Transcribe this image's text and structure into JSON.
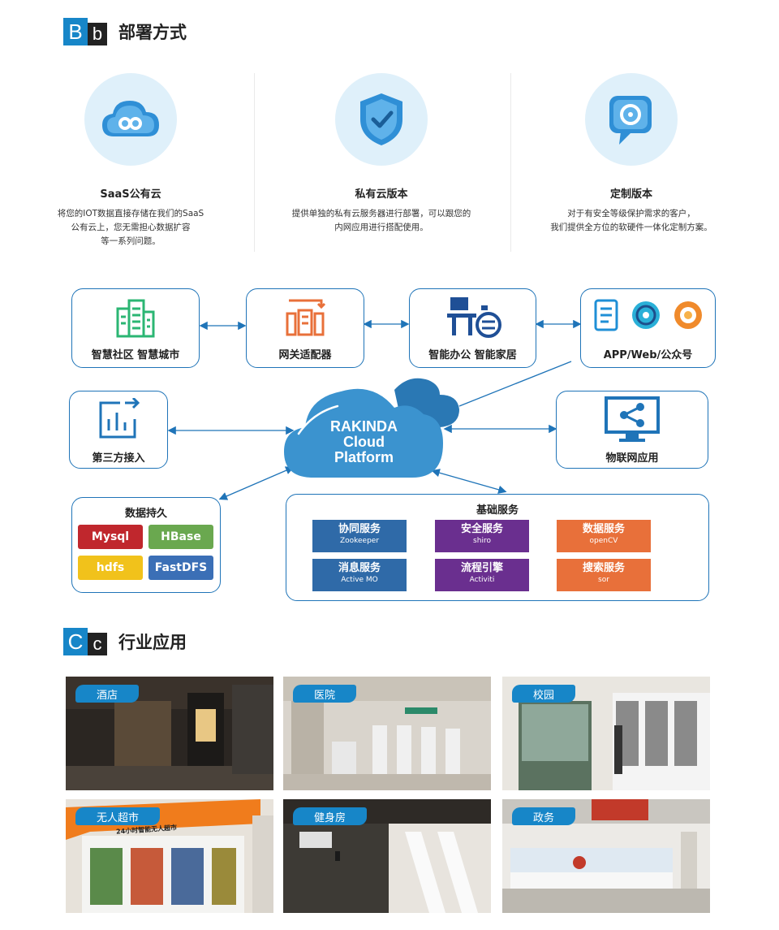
{
  "section_b": {
    "letter1": "B",
    "letter2": "b",
    "title": "部署方式"
  },
  "deploy": [
    {
      "title": "SaaS公有云",
      "desc": [
        "将您的IOT数据直接存储在我们的SaaS",
        "公有云上，您无需担心数据扩容",
        "等一系列问题。"
      ],
      "icon": "cloud-link-icon"
    },
    {
      "title": "私有云版本",
      "desc": [
        "提供单独的私有云服务器进行部署，可以跟您的",
        "内网应用进行搭配使用。"
      ],
      "icon": "shield-check-icon"
    },
    {
      "title": "定制版本",
      "desc": [
        "对于有安全等级保护需求的客户，",
        "我们提供全方位的软硬件一体化定制方案。"
      ],
      "icon": "chat-bubble-icon"
    }
  ],
  "arch": {
    "smart_city": "智慧社区 智慧城市",
    "gateway": "网关适配器",
    "office": "智能办公 智能家居",
    "app": "APP/Web/公众号",
    "third_party": "第三方接入",
    "iot_app": "物联网应用",
    "cloud": [
      "RAKINDA",
      "Cloud",
      "Platform"
    ],
    "persistence": {
      "title": "数据持久",
      "items": [
        {
          "label": "Mysql",
          "color": "#c0272d"
        },
        {
          "label": "HBase",
          "color": "#6aa84f"
        },
        {
          "label": "hdfs",
          "color": "#f1c21b"
        },
        {
          "label": "FastDFS",
          "color": "#3b6fb6"
        }
      ]
    },
    "base": {
      "title": "基础服务",
      "items": [
        {
          "name": "协同服务",
          "sub": "Zookeeper",
          "color": "#2f6aa8"
        },
        {
          "name": "安全服务",
          "sub": "shiro",
          "color": "#6a2f8f"
        },
        {
          "name": "数据服务",
          "sub": "openCV",
          "color": "#e8703a"
        },
        {
          "name": "消息服务",
          "sub": "Active MO",
          "color": "#2f6aa8"
        },
        {
          "name": "流程引擎",
          "sub": "Activiti",
          "color": "#6a2f8f"
        },
        {
          "name": "搜索服务",
          "sub": "sor",
          "color": "#e8703a"
        }
      ]
    }
  },
  "section_c": {
    "letter1": "C",
    "letter2": "c",
    "title": "行业应用"
  },
  "industries": [
    {
      "label": "酒店"
    },
    {
      "label": "医院"
    },
    {
      "label": "校园"
    },
    {
      "label": "无人超市",
      "sign": "24小时智能无人超市"
    },
    {
      "label": "健身房"
    },
    {
      "label": "政务"
    }
  ],
  "colors": {
    "accent": "#1786c8",
    "node_border": "#1f74b8",
    "cloud": "#3b93cf"
  }
}
